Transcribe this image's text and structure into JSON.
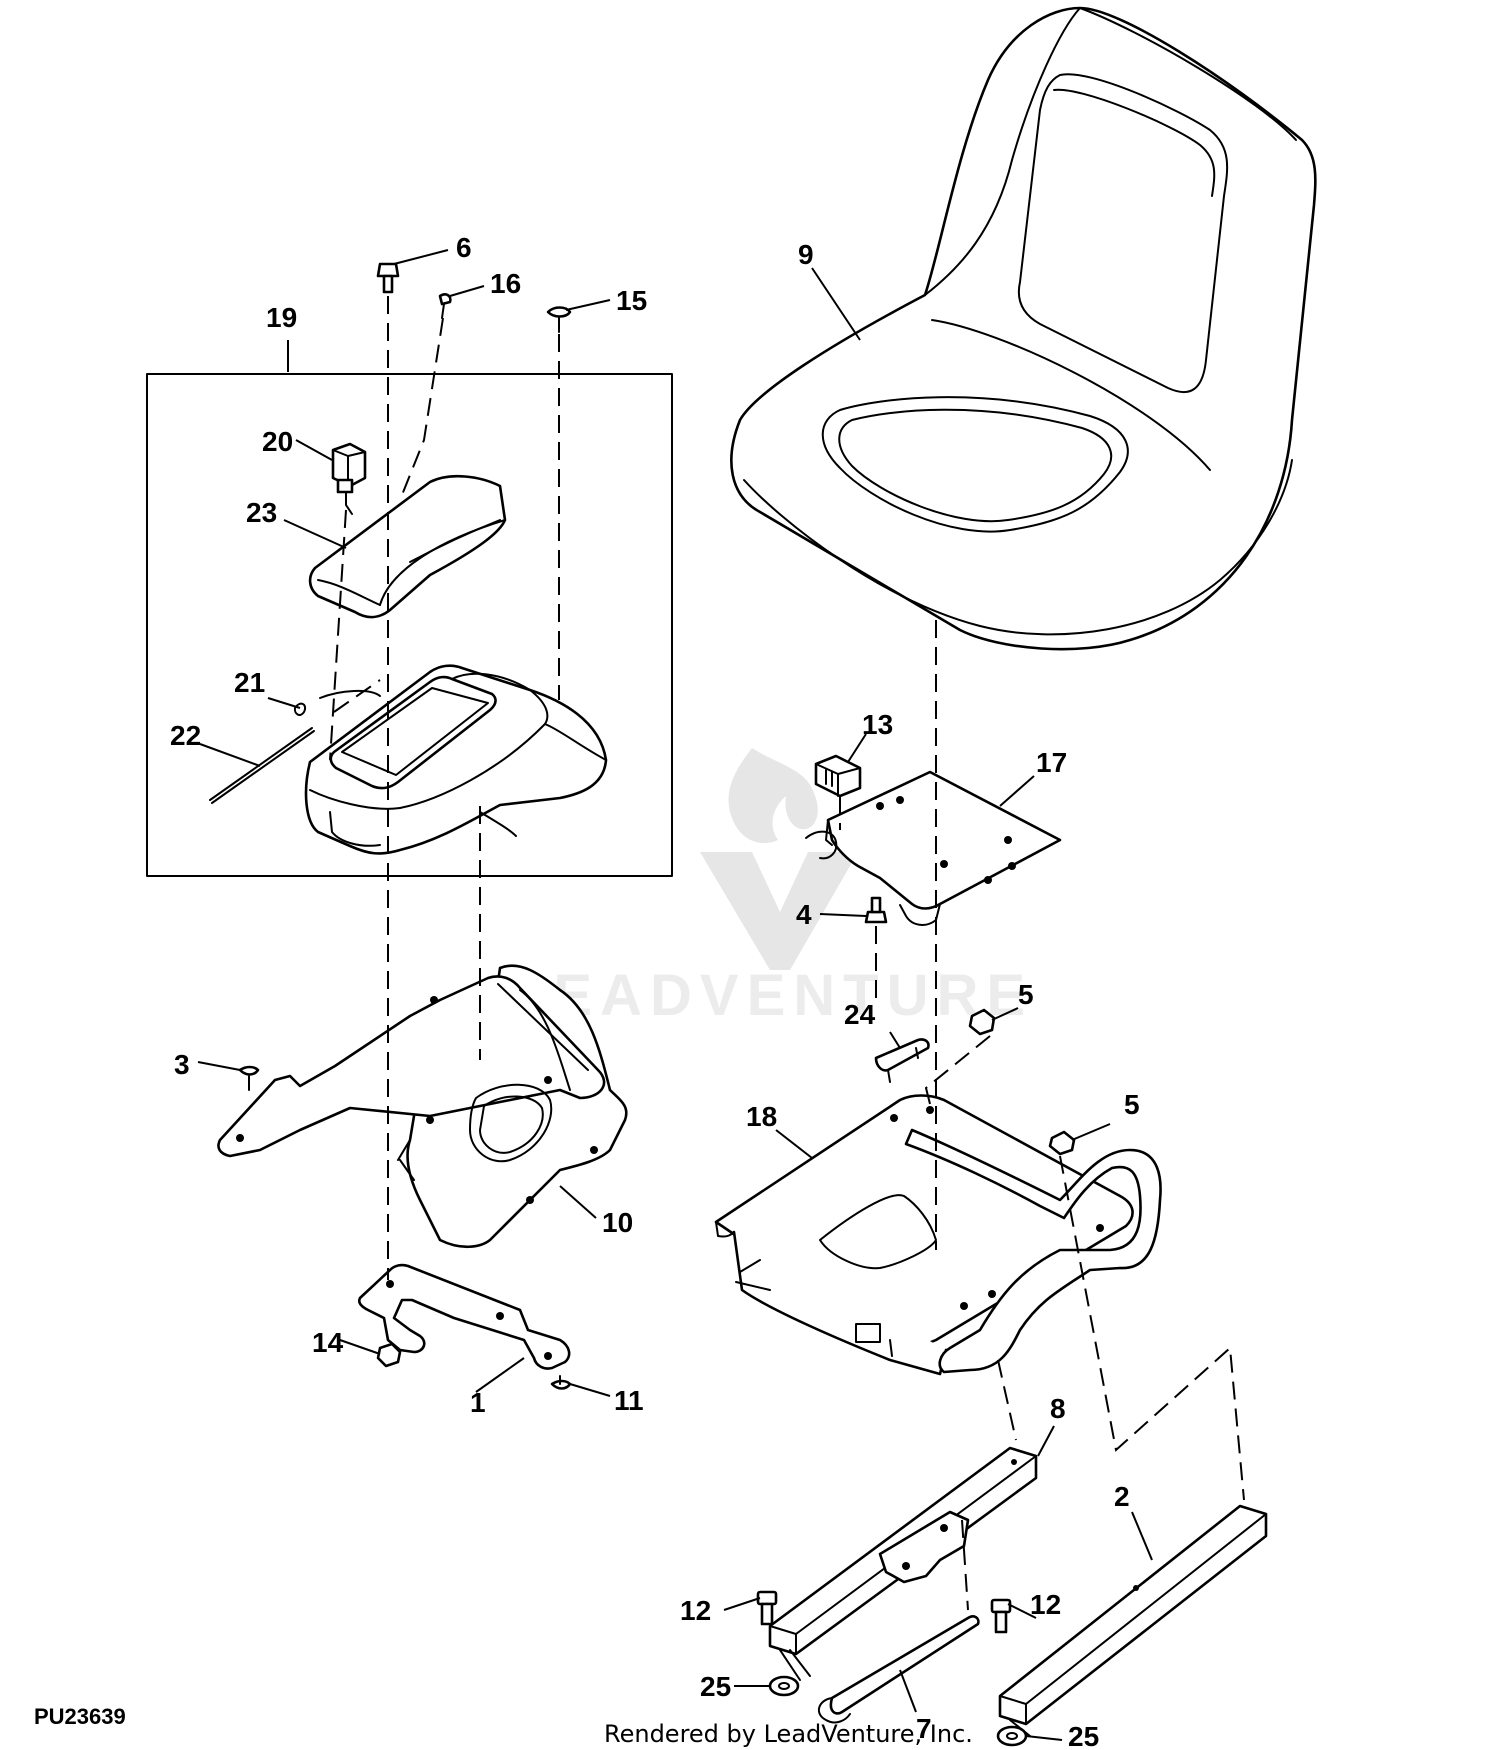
{
  "figure_id": "PU23639",
  "credit": "Rendered by LeadVenture, Inc.",
  "watermark": "LEADVENTURE",
  "callouts": {
    "c1": "1",
    "c2": "2",
    "c3": "3",
    "c4": "4",
    "c5a": "5",
    "c5b": "5",
    "c6": "6",
    "c7": "7",
    "c8": "8",
    "c9": "9",
    "c10": "10",
    "c11": "11",
    "c12a": "12",
    "c12b": "12",
    "c13": "13",
    "c14": "14",
    "c15": "15",
    "c16": "16",
    "c17": "17",
    "c18": "18",
    "c19": "19",
    "c20": "20",
    "c21": "21",
    "c22": "22",
    "c23": "23",
    "c24": "24",
    "c25a": "25",
    "c25b": "25"
  }
}
